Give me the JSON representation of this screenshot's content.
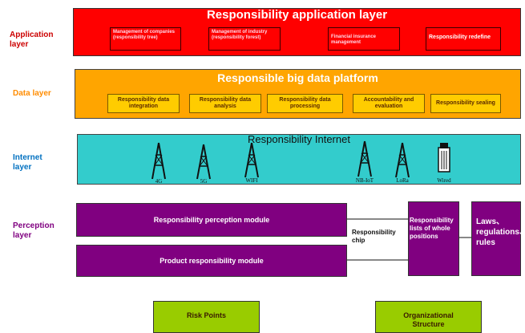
{
  "layers": {
    "application": "Application layer",
    "data": "Data layer",
    "internet": "Internet layer",
    "perception": "Perception layer"
  },
  "application": {
    "title": "Responsibility application layer",
    "boxes": [
      "Management of companies (responsibility tree)",
      "Management of industry (responsibility forest)",
      "Financial insurance management",
      "Responsibility redefine"
    ]
  },
  "data": {
    "title": "Responsible big data platform",
    "boxes": [
      "Responsibility data integration",
      "Responsibility data analysis",
      "Responsibility data processing",
      "Accountability and evaluation",
      "Responsibility sealing"
    ]
  },
  "internet": {
    "title": "Responsibility Internet",
    "towers": [
      "4G",
      "5G",
      "WIFI",
      "NB-IoT",
      "LoRa",
      "Wired"
    ]
  },
  "perception": {
    "perception_module": "Responsibility perception module",
    "product_module": "Product responsibility module",
    "chip": "Responsibility chip",
    "lists": "Responsibility lists of whole positions",
    "laws": "Laws、regulations、rules"
  },
  "bottom": {
    "risk": "Risk Points",
    "org": "Organizational Structure"
  },
  "colors": {
    "application": "#ff0000",
    "data": "#ffa500",
    "data_box": "#ffcc00",
    "internet": "#33cccc",
    "perception": "#800080",
    "bottom": "#99cc00"
  }
}
